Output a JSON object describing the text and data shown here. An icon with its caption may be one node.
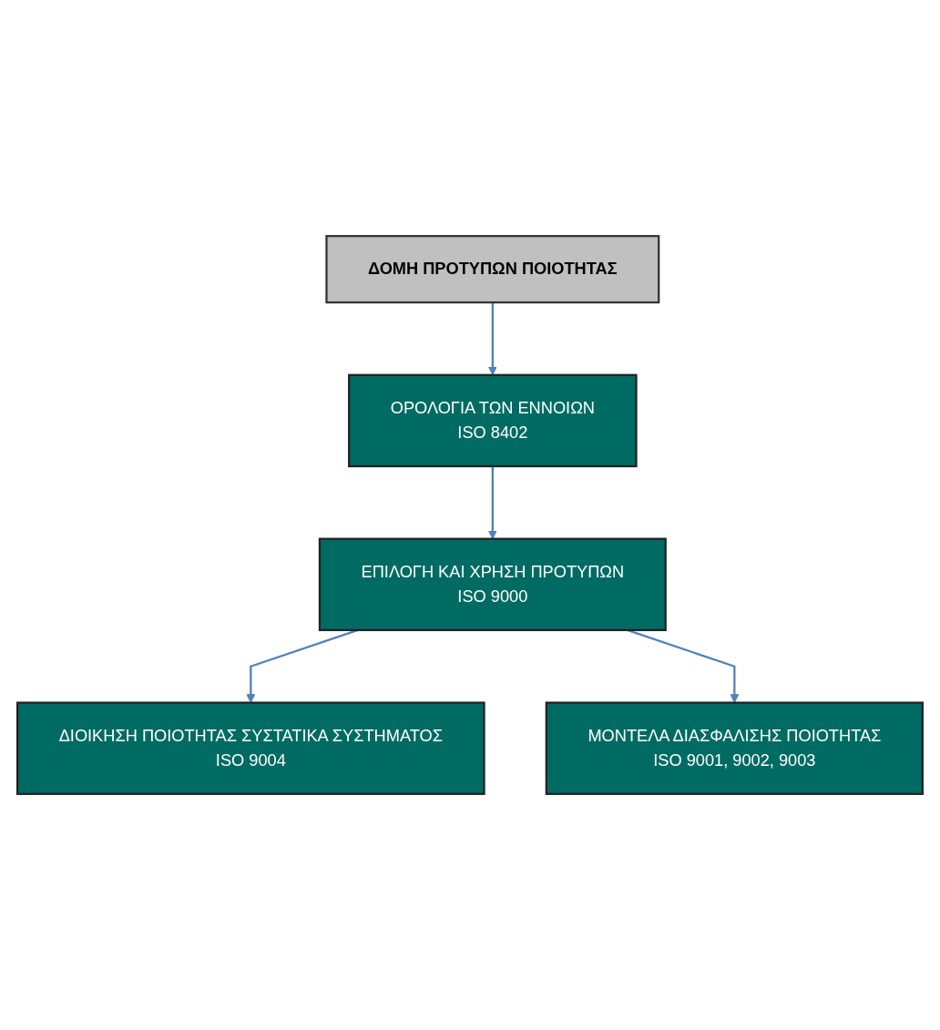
{
  "diagram": {
    "nodes": [
      {
        "text": [
          "ΔΟΜΗ ΠΡΟΤΥΠΩΝ ΠΟΙΟΤΗΤΑΣ"
        ]
      },
      {
        "text": [
          "ΟΡΟΛΟΓΙΑ ΤΩΝ ΕΝΝΟΙΩΝ",
          "ISO 8402"
        ]
      },
      {
        "text": [
          "ΕΠΙΛΟΓΗ ΚΑΙ ΧΡΗΣΗ ΠΡΟΤΥΠΩΝ",
          "ISO 9000"
        ]
      },
      {
        "text": [
          "ΔΙΟΙΚΗΣΗ ΠΟΙΟΤΗΤΑΣ ΣΥΣΤΑΤΙΚΑ ΣΥΣΤΗΜΑΤΟΣ",
          "ISO 9004"
        ]
      },
      {
        "text": [
          "ΜΟΝΤΕΛΑ ΔΙΑΣΦΑΛΙΣΗΣ ΠΟΙΟΤΗΤΑΣ",
          "ISO 9001, 9002, 9003"
        ]
      }
    ],
    "edges": [
      {
        "from": 0,
        "to": 1,
        "arrow": "to"
      },
      {
        "from": 1,
        "to": 2,
        "arrow": "to"
      },
      {
        "from": 2,
        "to": 3,
        "arrow": "to"
      },
      {
        "from": 2,
        "to": 4,
        "arrow": "to"
      }
    ]
  }
}
